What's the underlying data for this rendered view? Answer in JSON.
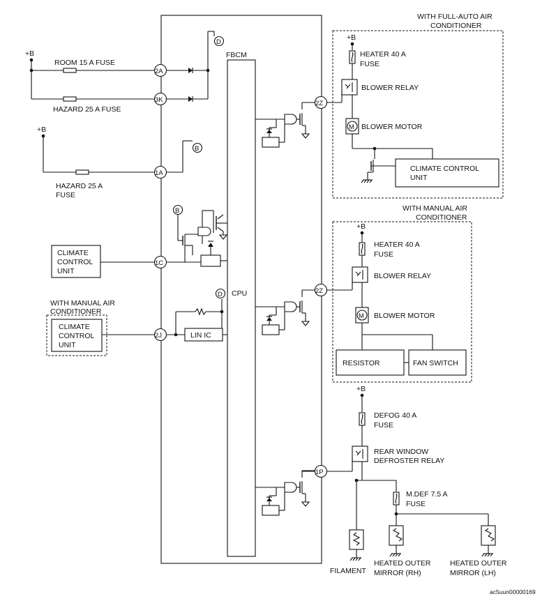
{
  "header": {
    "fullauto_line1": "WITH FULL-AUTO AIR",
    "fullauto_line2": "CONDITIONER",
    "manual_right_line1": "WITH MANUAL AIR",
    "manual_right_line2": "CONDITIONER",
    "manual_left_line1": "WITH MANUAL AIR",
    "manual_left_line2": "CONDITIONER"
  },
  "module": {
    "fbcm": "FBCM",
    "cpu": "CPU",
    "lin_ic": "LIN IC"
  },
  "power": {
    "plus_b": "+B"
  },
  "fuses": {
    "room": "ROOM 15 A FUSE",
    "hazard_top": "HAZARD 25 A FUSE",
    "hazard_mid_line1": "HAZARD 25 A",
    "hazard_mid_line2": "FUSE",
    "heater1_line1": "HEATER 40 A",
    "heater1_line2": "FUSE",
    "heater2_line1": "HEATER 40 A",
    "heater2_line2": "FUSE",
    "defog_line1": "DEFOG 40 A",
    "defog_line2": "FUSE",
    "mdef_line1": "M.DEF 7.5 A",
    "mdef_line2": "FUSE"
  },
  "pins": {
    "p2a": "2A",
    "p3k": "3K",
    "p1a": "1A",
    "p1c": "1C",
    "p2j": "2J",
    "p2z_top": "2Z",
    "p2z_mid": "2Z",
    "p1p": "1P"
  },
  "connectors": {
    "d_top": "D",
    "b_top": "B",
    "b_mid": "B",
    "d_mid": "D"
  },
  "components": {
    "blower_relay_1": "BLOWER RELAY",
    "blower_motor_1": "BLOWER MOTOR",
    "blower_relay_2": "BLOWER RELAY",
    "blower_motor_2": "BLOWER MOTOR",
    "climate_fullauto_line1": "CLIMATE CONTROL",
    "climate_fullauto_line2": "UNIT",
    "climate_left_line1": "CLIMATE",
    "climate_left_line2": "CONTROL",
    "climate_left_line3": "UNIT",
    "climate_manual_line1": "CLIMATE",
    "climate_manual_line2": "CONTROL",
    "climate_manual_line3": "UNIT",
    "resistor": "RESISTOR",
    "fan_switch": "FAN SWITCH",
    "defroster_relay_line1": "REAR WINDOW",
    "defroster_relay_line2": "DEFROSTER RELAY",
    "filament": "FILAMENT",
    "mirror_rh_line1": "HEATED OUTER",
    "mirror_rh_line2": "MIRROR (RH)",
    "mirror_lh_line1": "HEATED OUTER",
    "mirror_lh_line2": "MIRROR (LH)",
    "motor_symbol": "M"
  },
  "footer": {
    "code": "ac5uun00000169"
  }
}
